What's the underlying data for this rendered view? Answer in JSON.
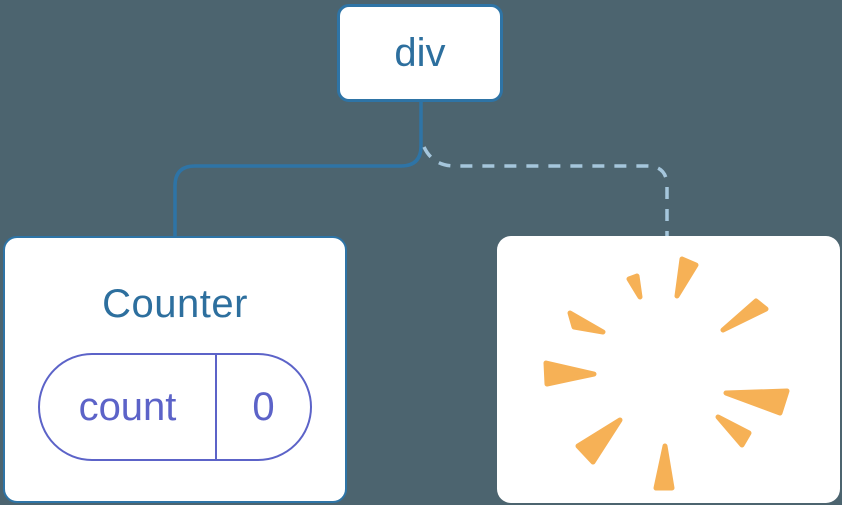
{
  "diagram": {
    "root_node": {
      "label": "div"
    },
    "counter_node": {
      "title": "Counter",
      "state_badge": {
        "key": "count",
        "value": "0"
      }
    },
    "poof_node": {
      "icon": "poof-burst-icon"
    }
  },
  "colors": {
    "background": "#4C646F",
    "node_bg": "#FFFFFF",
    "solid_edge": "#2E74A6",
    "dashed_edge": "#A5C6DC",
    "node_text": "#2D6F9E",
    "state_accent": "#5C63C8",
    "burst": "#F6B156"
  },
  "burst": {
    "rays": [
      [
        [
          132,
          43
        ],
        [
          140,
          40
        ],
        [
          143,
          61
        ]
      ],
      [
        [
          180,
          60
        ],
        [
          185,
          23
        ],
        [
          199,
          29
        ]
      ],
      [
        [
          226,
          94
        ],
        [
          259,
          65
        ],
        [
          269,
          73
        ]
      ],
      [
        [
          106,
          96
        ],
        [
          73,
          77
        ],
        [
          77,
          91
        ]
      ],
      [
        [
          97,
          138
        ],
        [
          49,
          127
        ],
        [
          50,
          148
        ]
      ],
      [
        [
          229,
          157
        ],
        [
          290,
          155
        ],
        [
          283,
          177
        ]
      ],
      [
        [
          221,
          181
        ],
        [
          252,
          197
        ],
        [
          245,
          209
        ]
      ],
      [
        [
          123,
          184
        ],
        [
          81,
          210
        ],
        [
          96,
          226
        ]
      ],
      [
        [
          168,
          210
        ],
        [
          159,
          252
        ],
        [
          175,
          252
        ]
      ]
    ]
  }
}
